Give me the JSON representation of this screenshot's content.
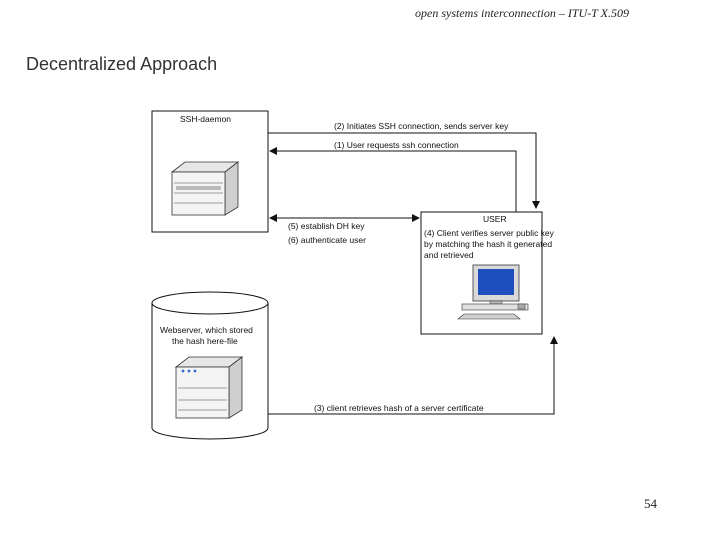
{
  "header": {
    "text": "open systems interconnection – ITU-T X.509"
  },
  "title": "Decentralized Approach",
  "page_number": "54",
  "diagram": {
    "ssh_daemon_label": "SSH-daemon",
    "user_box": {
      "title": "USER",
      "lines": [
        "(4) Client verifies server public key",
        "by matching the hash it generated",
        "and retrieved"
      ]
    },
    "webserver_label": [
      "Webserver, which stored",
      "the hash here-file"
    ],
    "arrows": {
      "step2": "(2) Initiates SSH connection, sends server key",
      "step1": "(1) User requests ssh connection",
      "step5": "(5) establish DH key",
      "step6": "(6) authenticate user",
      "step3": "(3) client retrieves hash of a server certificate"
    }
  }
}
